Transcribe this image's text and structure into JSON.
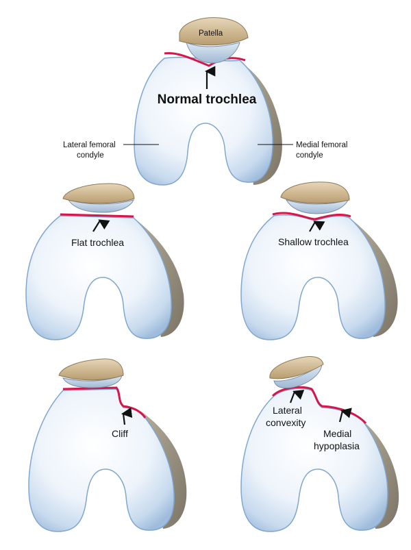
{
  "labels": {
    "patella": "Patella",
    "normal_trochlea": "Normal trochlea",
    "lateral_femoral_line1": "Lateral femoral",
    "lateral_femoral_line2": "condyle",
    "medial_femoral_line1": "Medial femoral",
    "medial_femoral_line2": "condyle",
    "flat_trochlea": "Flat trochlea",
    "shallow_trochlea": "Shallow trochlea",
    "cliff": "Cliff",
    "lateral_convexity_line1": "Lateral",
    "lateral_convexity_line2": "convexity",
    "medial_hypoplasia_line1": "Medial",
    "medial_hypoplasia_line2": "hypoplasia"
  },
  "colors": {
    "bone_fill": "#e9f2fa",
    "bone_edge": "#7fa6cf",
    "bone_shadow": "#8d8677",
    "patella_fill": "#cdb691",
    "patella_under": "#b7cbe0",
    "trochlea_line": "#d4164a"
  }
}
